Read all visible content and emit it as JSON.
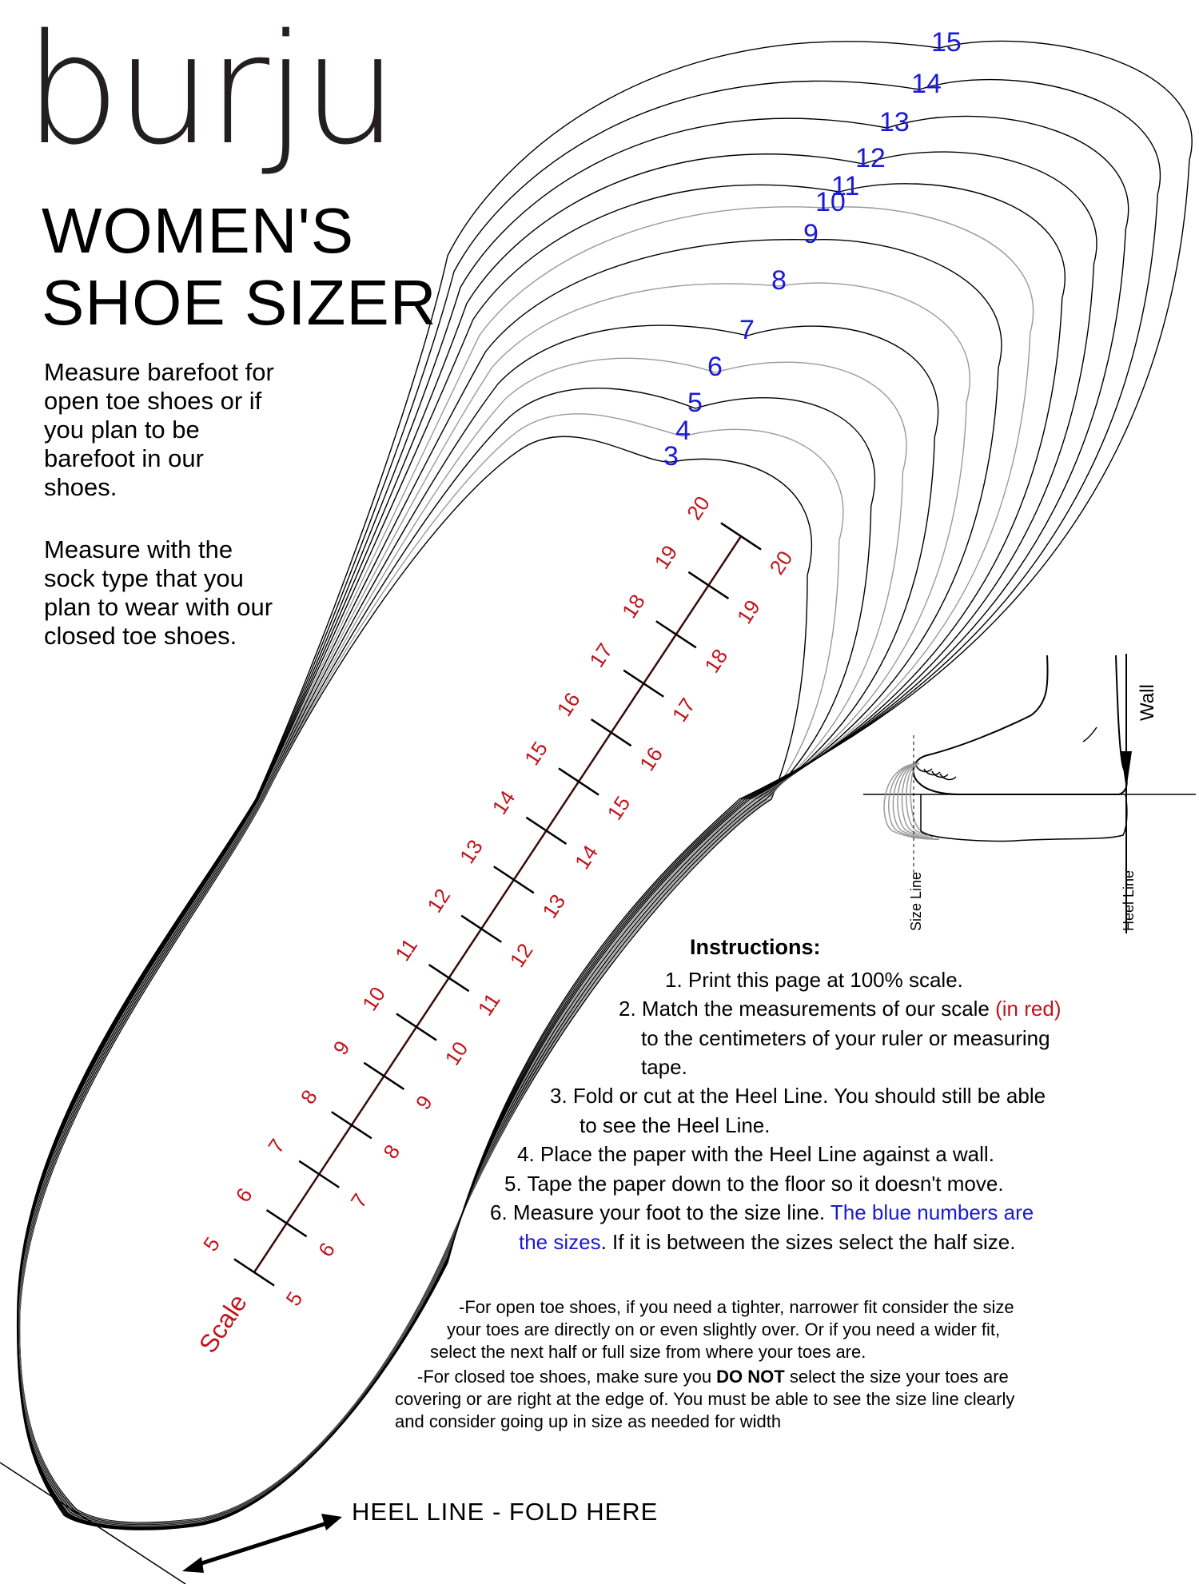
{
  "brand": {
    "logo_text": "burju"
  },
  "title": {
    "line1": "WOMEN'S",
    "line2": "SHOE SIZER"
  },
  "intro": {
    "open_toe": [
      "Measure barefoot for",
      "open toe shoes or if",
      "you plan to be",
      "barefoot in our",
      "shoes."
    ],
    "closed_toe": [
      "Measure with the",
      "sock type that you",
      "plan to wear with our",
      "closed toe shoes."
    ]
  },
  "sizes": [
    "3",
    "4",
    "5",
    "6",
    "7",
    "8",
    "9",
    "10",
    "11",
    "12",
    "13",
    "14",
    "15"
  ],
  "scale": {
    "label": "Scale",
    "ticks": [
      "5",
      "6",
      "7",
      "8",
      "9",
      "10",
      "11",
      "12",
      "13",
      "14",
      "15",
      "16",
      "17",
      "18",
      "19",
      "20"
    ]
  },
  "diagram": {
    "wall_label": "Wall",
    "size_line_label": "Size Line",
    "heel_line_label": "Heel Line"
  },
  "instructions": {
    "heading": "Instructions:",
    "step1": "1. Print this page at 100% scale.",
    "step2_a": "2. Match the measurements of our scale ",
    "step2_red": "(in red)",
    "step2_b": "to the centimeters of your ruler or measuring",
    "step2_c": "tape.",
    "step3_a": "3. Fold or cut at the Heel Line. You should still be able",
    "step3_b": "to see the Heel Line.",
    "step4": "4. Place the paper with the Heel Line against a wall.",
    "step5": "5. Tape the paper down to the floor so it doesn't move.",
    "step6_a": "6. Measure your foot to the size line. ",
    "step6_blue_a": "The blue numbers are",
    "step6_blue_b": "the sizes",
    "step6_b": ". If it is between the sizes select the half size."
  },
  "notes": {
    "open_1": "-For open toe shoes, if you need a tighter, narrower fit consider the size",
    "open_2": "your toes are directly on or even slightly over. Or if you need a wider fit,",
    "open_3": "select the next half or full size from where your toes are.",
    "closed_1a": "-For closed toe shoes, make sure you ",
    "closed_1bold": "DO NOT",
    "closed_1b": " select the size your toes are",
    "closed_2": "covering or are right at the edge of.  You must be able to see the size line clearly",
    "closed_3": "and consider going up in size as needed for width"
  },
  "heel_line": {
    "label": "HEEL LINE - FOLD HERE"
  },
  "colors": {
    "size_blue": "#1a1ad6",
    "scale_red": "#c0141a",
    "ruler_brown": "#3a0a0a",
    "outline_gray": "#9a9a9a"
  }
}
